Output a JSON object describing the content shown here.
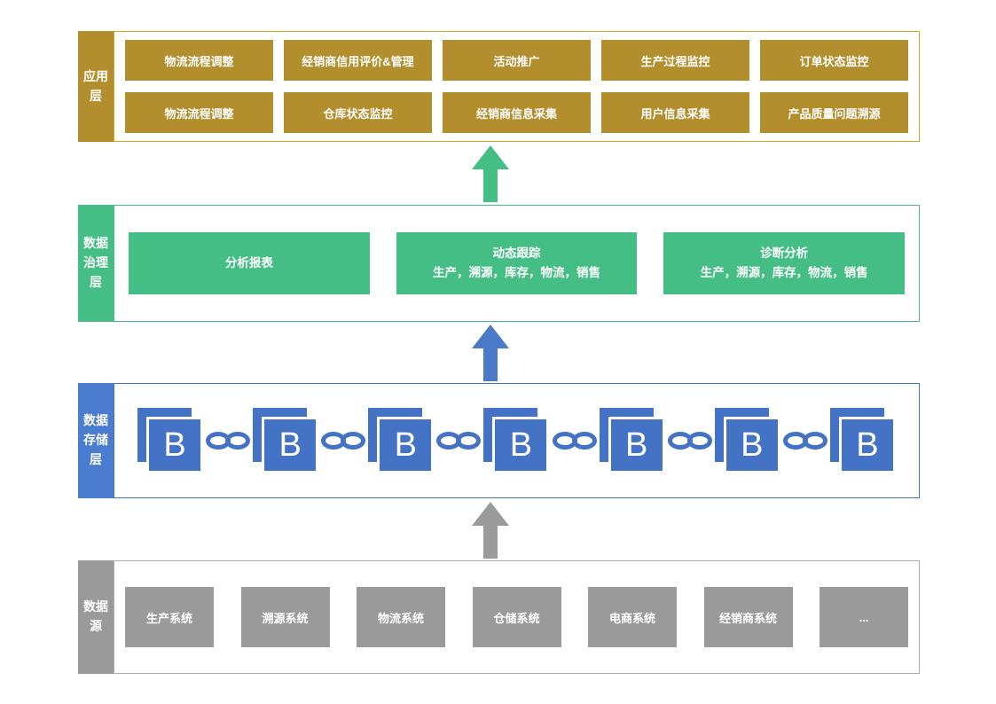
{
  "colors": {
    "gold": "#B38E2C",
    "gold_border": "#D5A527",
    "green": "#44BE85",
    "blue_block": "#4472C4",
    "blue_label": "#4A7CD0",
    "blue_arrow": "#4A7AC8",
    "gray": "#9A9A9A",
    "gray_border": "#ACACAC"
  },
  "app_layer": {
    "label": "应用\n层",
    "row1": [
      "物流流程调整",
      "经销商信用评价&管理",
      "活动推广",
      "生产过程监控",
      "订单状态监控"
    ],
    "row2": [
      "物流流程调整",
      "仓库状态监控",
      "经销商信息采集",
      "用户信息采集",
      "产品质量问题溯源"
    ]
  },
  "governance_layer": {
    "label": "数据\n治理\n层",
    "boxes": [
      {
        "title": "分析报表",
        "subtitle": ""
      },
      {
        "title": "动态跟踪",
        "subtitle": "生产，溯源，库存，物流，销售"
      },
      {
        "title": "诊断分析",
        "subtitle": "生产，溯源，库存，物流，销售"
      }
    ]
  },
  "storage_layer": {
    "label": "数据\n存储\n层",
    "block_letter": "B",
    "block_count": 7
  },
  "source_layer": {
    "label": "数据\n源",
    "boxes": [
      "生产系统",
      "溯源系统",
      "物流系统",
      "仓储系统",
      "电商系统",
      "经销商系统",
      "..."
    ]
  }
}
